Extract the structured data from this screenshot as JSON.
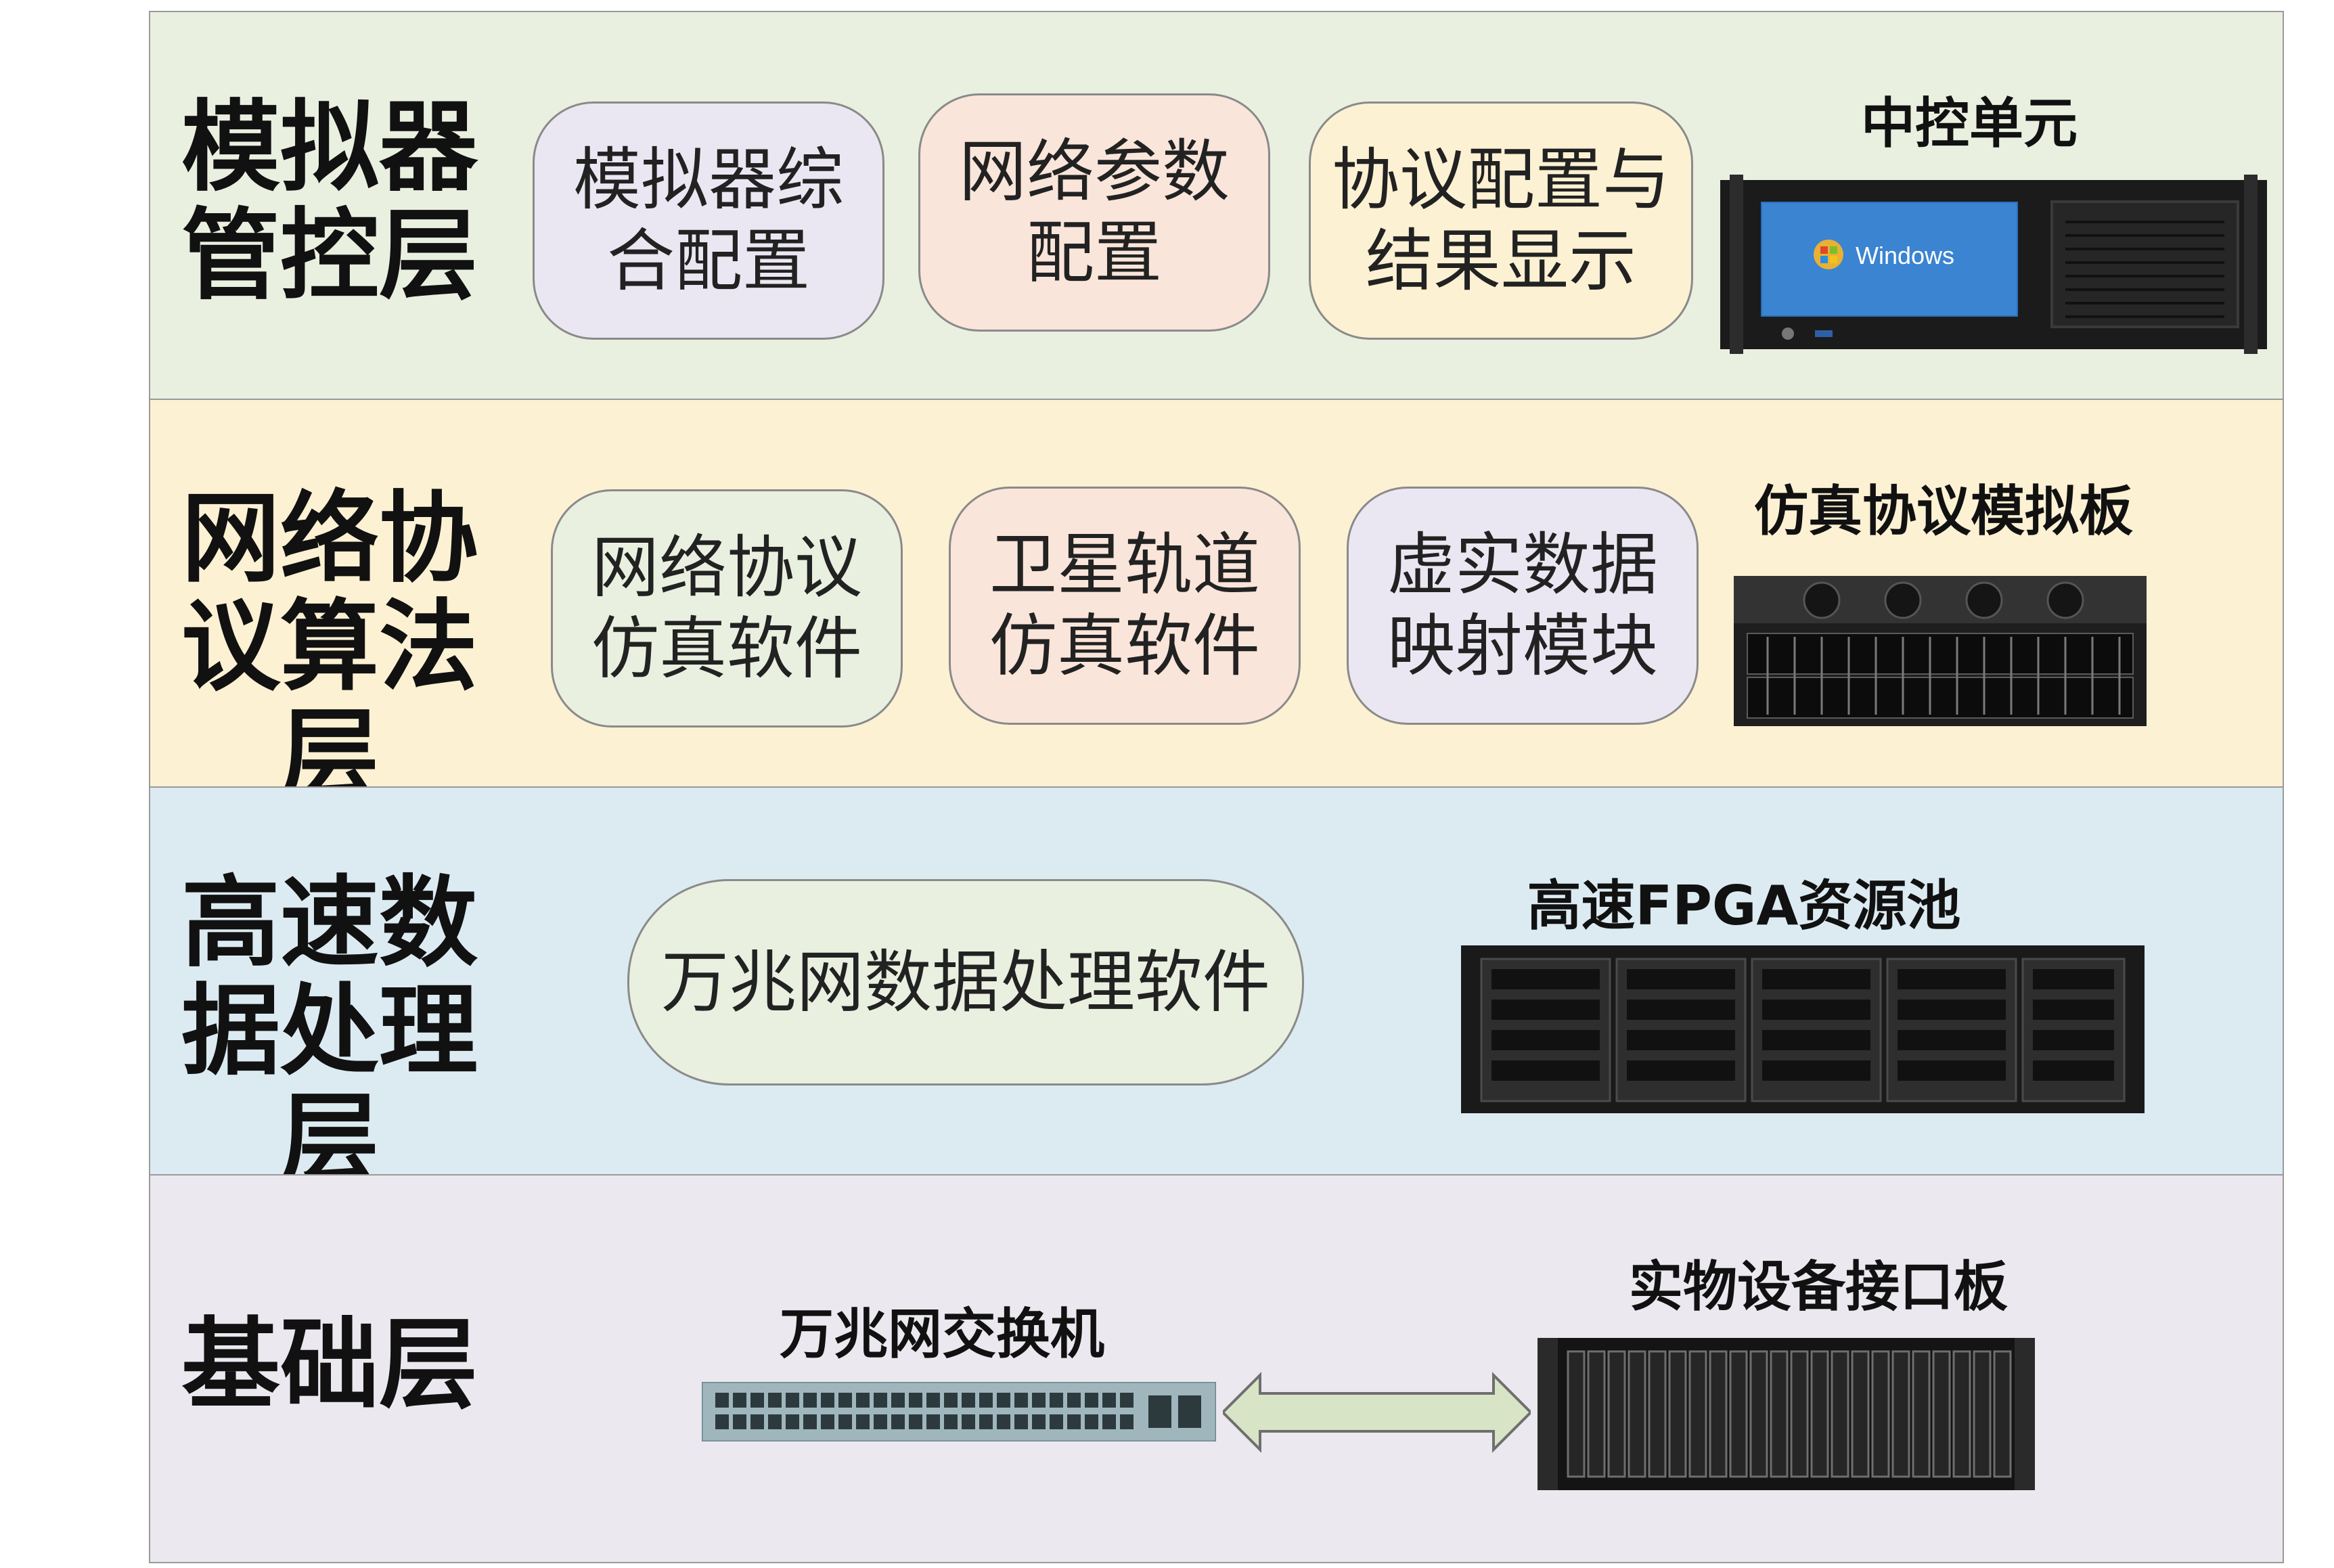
{
  "colors": {
    "layer1_bg": "#e9f0e0",
    "layer2_bg": "#fcf1d3",
    "layer3_bg": "#dcebf2",
    "layer4_bg": "#ebe8ef"
  },
  "layers": [
    {
      "title_lines": [
        "模拟器",
        "管控层"
      ],
      "modules": [
        {
          "lines": [
            "模拟器综",
            "合配置"
          ],
          "fill": "#ebe7f2"
        },
        {
          "lines": [
            "网络参数",
            "配置"
          ],
          "fill": "#fae5da"
        },
        {
          "lines": [
            "协议配置与",
            "结果显示"
          ],
          "fill": "#fcf1d3"
        }
      ],
      "hardware": {
        "label": "中控单元",
        "icon": "industrial-pc-with-windows-screen",
        "screen_text": "Windows"
      }
    },
    {
      "title_lines": [
        "网络协",
        "议算法层"
      ],
      "modules": [
        {
          "lines": [
            "网络协议",
            "仿真软件"
          ],
          "fill": "#e9f0e0"
        },
        {
          "lines": [
            "卫星轨道",
            "仿真软件"
          ],
          "fill": "#fae5da"
        },
        {
          "lines": [
            "虚实数据",
            "映射模块"
          ],
          "fill": "#ebe7f2"
        }
      ],
      "hardware": {
        "label": "仿真协议模拟板",
        "icon": "rack-server"
      }
    },
    {
      "title_lines": [
        "高速数",
        "据处理层"
      ],
      "modules": [
        {
          "lines": [
            "万兆网数据处理软件"
          ],
          "fill": "#e9f0e0"
        }
      ],
      "hardware": {
        "label": "高速FPGA资源池",
        "icon": "storage-server-chassis"
      }
    },
    {
      "title_lines": [
        "基础层"
      ],
      "switch": {
        "label": "万兆网交换机",
        "icon": "network-switch"
      },
      "link": {
        "icon": "double-arrow-icon"
      },
      "hardware": {
        "label": "实物设备接口板",
        "icon": "rack-server-drive-bays"
      }
    }
  ]
}
